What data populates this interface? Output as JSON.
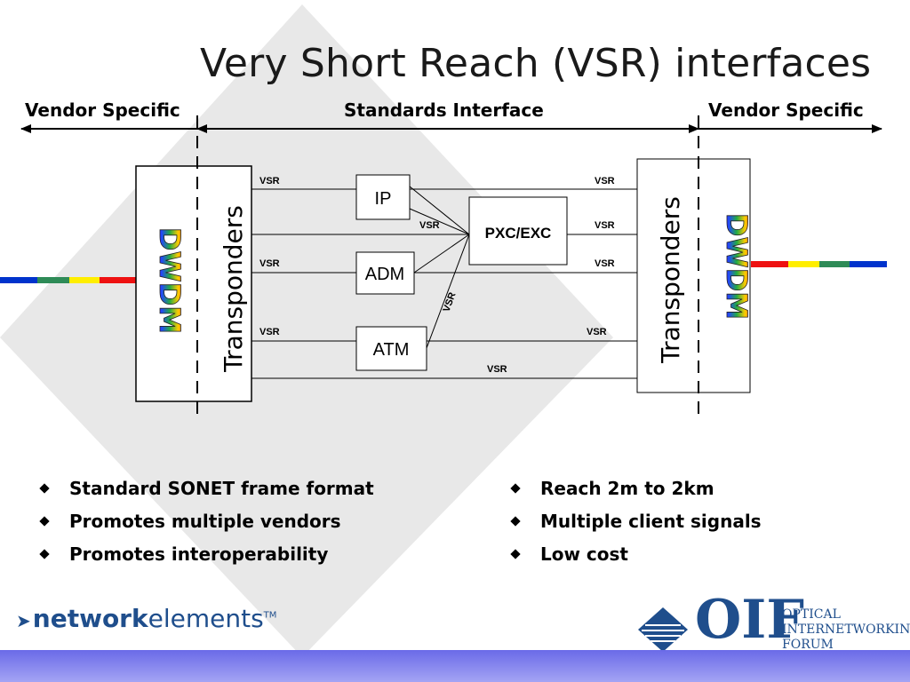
{
  "title": "Very Short Reach (VSR) interfaces",
  "headers": {
    "left": "Vendor Specific",
    "center": "Standards Interface",
    "right": "Vendor Specific"
  },
  "diagram": {
    "left_block": {
      "label": "Transponders",
      "dwdm": "DWDM"
    },
    "right_block": {
      "label": "Transponders",
      "dwdm": "DWDM"
    },
    "boxes": {
      "ip": "IP",
      "adm": "ADM",
      "atm": "ATM",
      "pxc": "PXC/EXC"
    },
    "link_label": "VSR",
    "fiber_colors": [
      "#0033cc",
      "#2e8b57",
      "#ffee00",
      "#ee1111"
    ]
  },
  "bullets_left": [
    "Standard  SONET frame format",
    "Promotes multiple vendors",
    "Promotes interoperability"
  ],
  "bullets_right": [
    "Reach  2m to 2km",
    "Multiple client signals",
    "Low cost"
  ],
  "logos": {
    "network_elements_bold": "network",
    "network_elements_light": "elements",
    "network_elements_tm": "TM",
    "oif": "OIF",
    "oif_line1": "OPTICAL",
    "oif_line2": "INTERNETWORKING",
    "oif_line3": "FORUM"
  },
  "colors": {
    "logo_blue": "#1f4e8c",
    "bg_diamond": "#e6e6e6",
    "footer_top": "#6a6ae8",
    "footer_bottom": "#a4a4f4"
  }
}
